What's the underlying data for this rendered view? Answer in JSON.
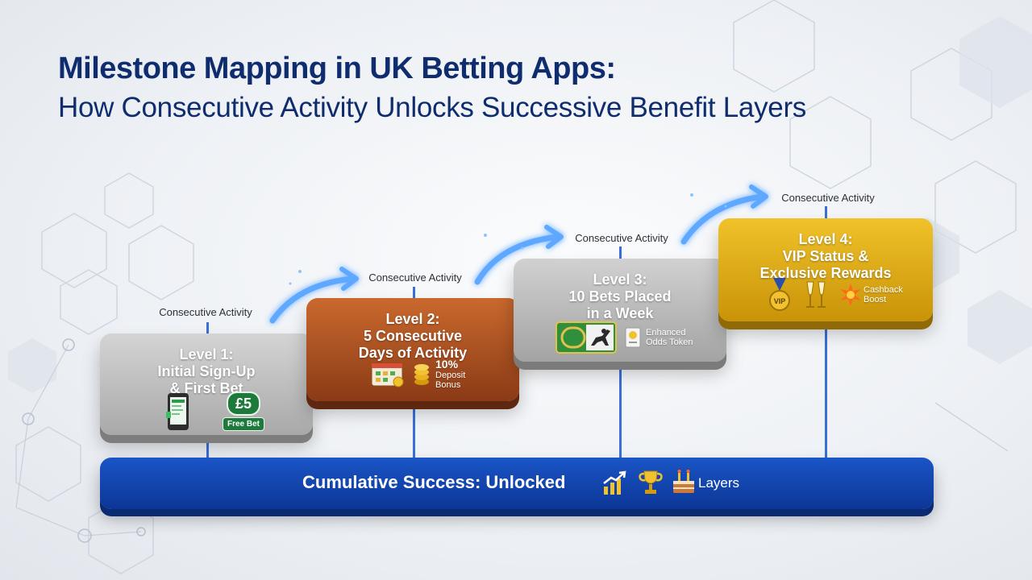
{
  "title": {
    "line1": "Milestone Mapping in UK Betting Apps:",
    "line2": "How Consecutive Activity Unlocks Successive Benefit Layers"
  },
  "activity_label": "Consecutive Activity",
  "levels": [
    {
      "title_lines": [
        "Level 1:",
        "Initial Sign-Up",
        "& First Bet"
      ],
      "reward": {
        "amount": "£5",
        "label": "Free Bet"
      },
      "icons": [
        "phone-betslip-icon",
        "pound-coin-icon"
      ]
    },
    {
      "title_lines": [
        "Level 2:",
        "5 Consecutive",
        "Days of Activity"
      ],
      "reward": {
        "amount": "10%",
        "line1": "Deposit",
        "line2": "Bonus"
      },
      "icons": [
        "calendar-icon",
        "coin-stack-icon"
      ]
    },
    {
      "title_lines": [
        "Level 3:",
        "10 Bets Placed",
        "in a Week"
      ],
      "reward": {
        "line1": "Enhanced",
        "line2": "Odds Token"
      },
      "icons": [
        "racehorse-icon",
        "token-icon"
      ]
    },
    {
      "title_lines": [
        "Level 4:",
        "VIP Status &",
        "Exclusive Rewards"
      ],
      "reward": {
        "line1": "Cashback",
        "line2": "Boost"
      },
      "icons": [
        "vip-medal-icon",
        "champagne-icon",
        "burst-icon"
      ]
    }
  ],
  "vip_medal_text": "VIP",
  "summary": {
    "text": "Cumulative Success: Unlocked",
    "suffix": "Layers",
    "icons": [
      "growth-chart-icon",
      "trophy-icon",
      "cake-icon"
    ]
  },
  "colors": {
    "title": "#0f2d6e",
    "silver": "#b5b5b5",
    "bronze": "#a9491d",
    "gold": "#e0ad16",
    "summary_bar": "#1447b3",
    "arrow_glow": "#5ea8ff"
  }
}
